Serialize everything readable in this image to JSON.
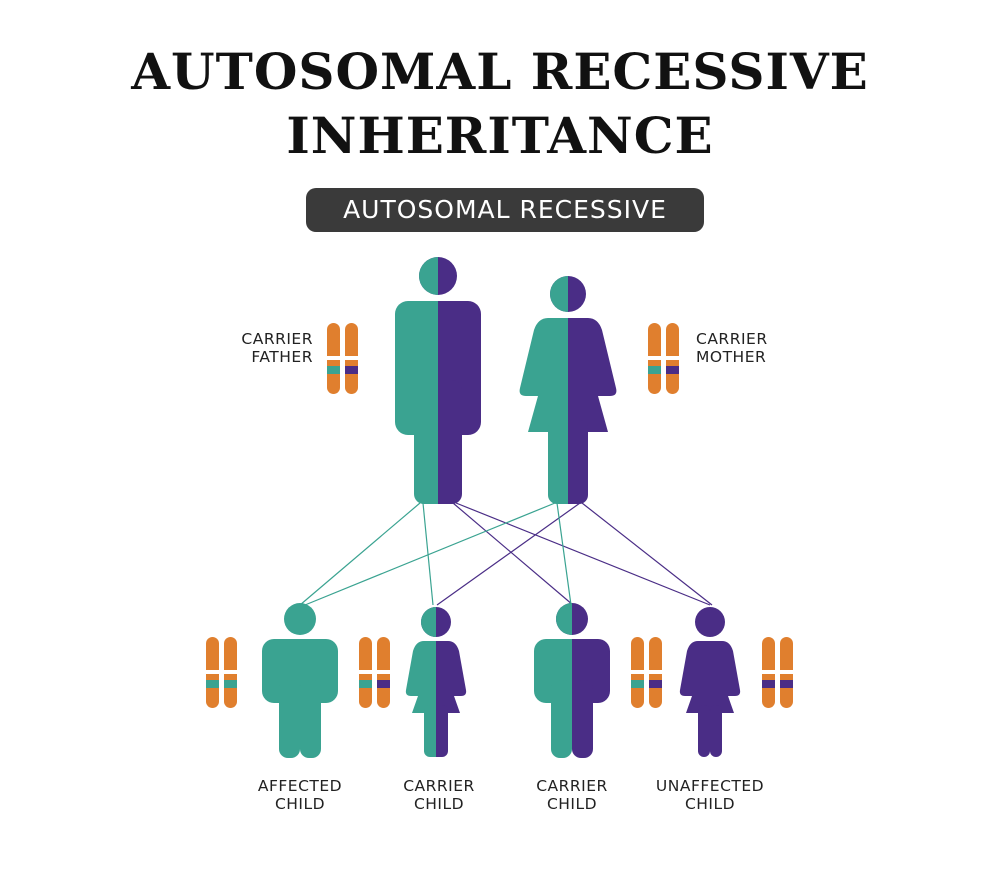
{
  "title_line1": "AUTOSOMAL RECESSIVE",
  "title_line2": "INHERITANCE",
  "badge": "AUTOSOMAL RECESSIVE",
  "colors": {
    "normal": "#3aa391",
    "recessive": "#4a2d86",
    "chromosome": "#e07f2e",
    "badge": "#3a3a3a"
  },
  "parents": {
    "father": {
      "line1": "CARRIER",
      "line2": "FATHER"
    },
    "mother": {
      "line1": "CARRIER",
      "line2": "MOTHER"
    }
  },
  "children": [
    {
      "line1": "AFFECTED",
      "line2": "CHILD"
    },
    {
      "line1": "CARRIER",
      "line2": "CHILD"
    },
    {
      "line1": "CARRIER",
      "line2": "CHILD"
    },
    {
      "line1": "UNAFFECTED",
      "line2": "CHILD"
    }
  ]
}
